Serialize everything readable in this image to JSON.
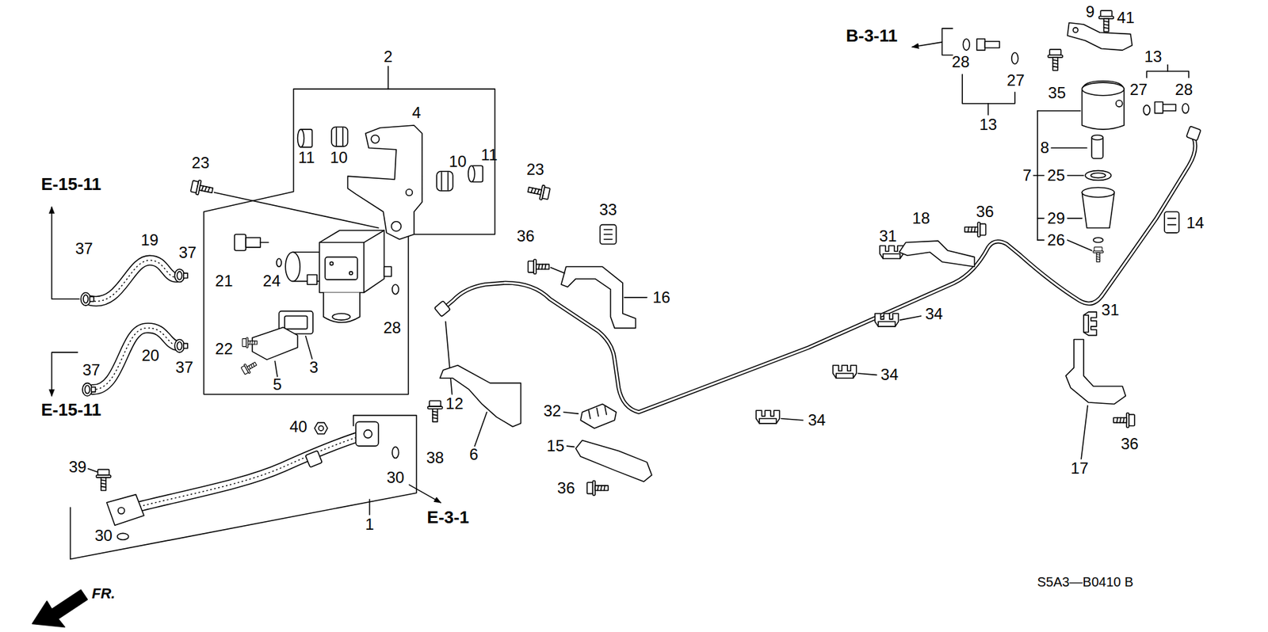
{
  "diagram": {
    "labels": [
      "2",
      "4",
      "11",
      "10",
      "11",
      "10",
      "23",
      "23",
      "E-15-11",
      "37",
      "19",
      "37",
      "21",
      "24",
      "28",
      "37",
      "20",
      "37",
      "22",
      "5",
      "3",
      "E-15-11",
      "40",
      "39",
      "30",
      "30",
      "1",
      "38",
      "6",
      "E-3-1",
      "12",
      "33",
      "36",
      "16",
      "32",
      "15",
      "36",
      "34",
      "34",
      "34",
      "31",
      "18",
      "36",
      "B-3-11",
      "28",
      "27",
      "13",
      "9",
      "41",
      "35",
      "13",
      "27",
      "28",
      "8",
      "7",
      "25",
      "29",
      "26",
      "14",
      "31",
      "17",
      "36",
      "S5A3—B0410 B",
      "FR."
    ]
  }
}
